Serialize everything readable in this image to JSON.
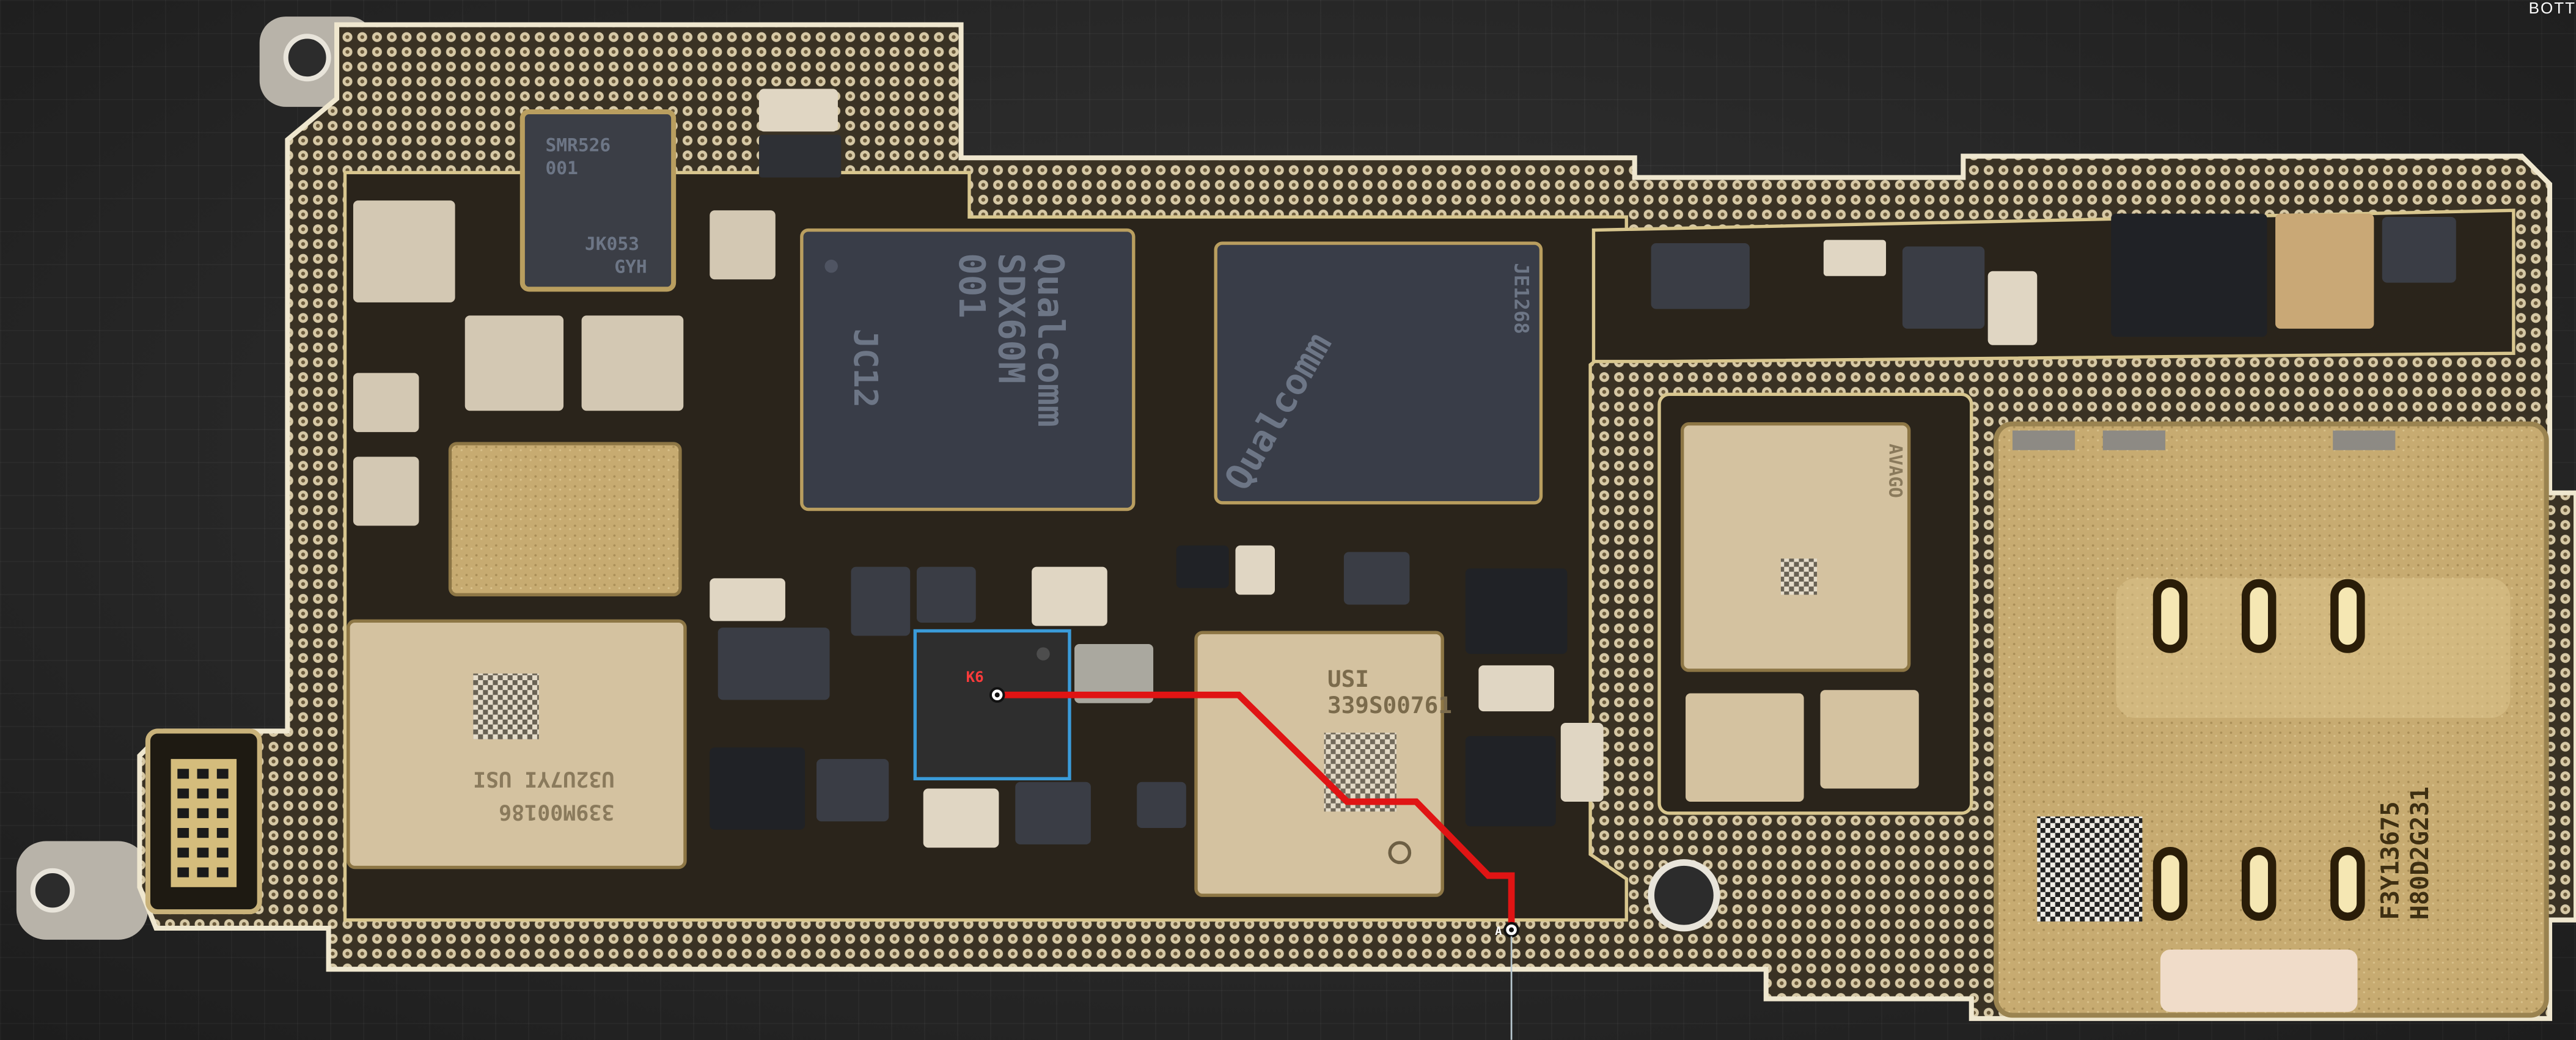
{
  "app": {
    "view_label": "BOTT",
    "colors": {
      "background": "#2c2c2c",
      "board_gold": "#bfa46a",
      "board_shield": "#2a241b",
      "trace": "#e01414",
      "highlight_outline": "#3a9bd9",
      "pin_label": "#ff3b3b"
    }
  },
  "board": {
    "chips": {
      "qualcomm_modem_line1": "Qualcomm",
      "qualcomm_modem_line2": "SDX60M",
      "qualcomm_modem_line3": "001",
      "qualcomm_modem_side": "JC12",
      "qualcomm_rf": "Qualcomm",
      "qualcomm_rf_line2": "JE1268",
      "smr_line1": "SMR526",
      "smr_line2": "001",
      "smr_line3": "JK053",
      "smr_line4": "GYH",
      "usi_top": "USI",
      "usi_part": "339S00761",
      "usi_left_line1": "339M00186",
      "usi_left_line2": "U32U7YI USI",
      "sim_line1": "F3Y13675",
      "sim_line2": "H80D2G231",
      "avago": "AVAGO"
    },
    "highlight": {
      "pin_label": "K6"
    },
    "endpoint": {
      "label": "A"
    }
  }
}
